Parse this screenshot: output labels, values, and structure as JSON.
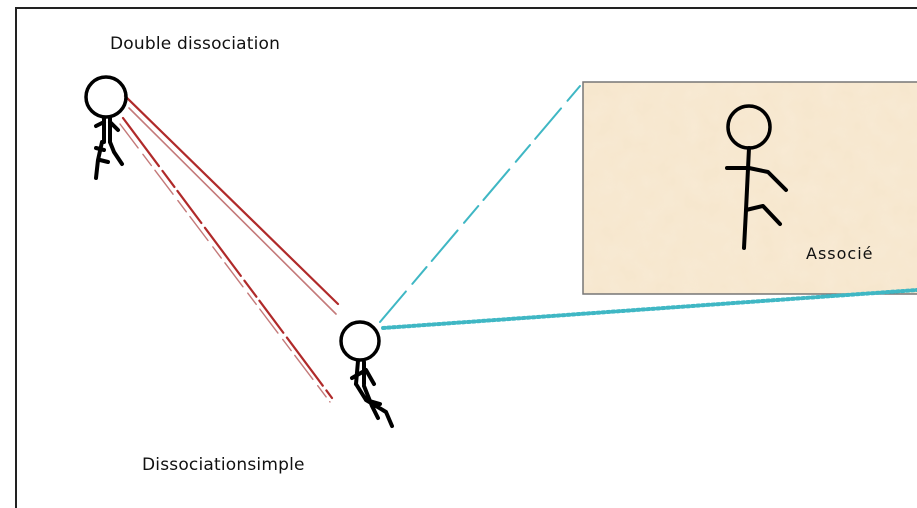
{
  "labels": {
    "double": "Double dissociation",
    "simple": "Dissociationsimple",
    "associated": "Associé"
  },
  "colors": {
    "frame": "#222222",
    "red_lines": "#b02a2a",
    "cyan_lines": "#3fb7c4",
    "panel_fill": "#f6e6cc",
    "panel_border": "#777777",
    "figure": "#000000"
  }
}
